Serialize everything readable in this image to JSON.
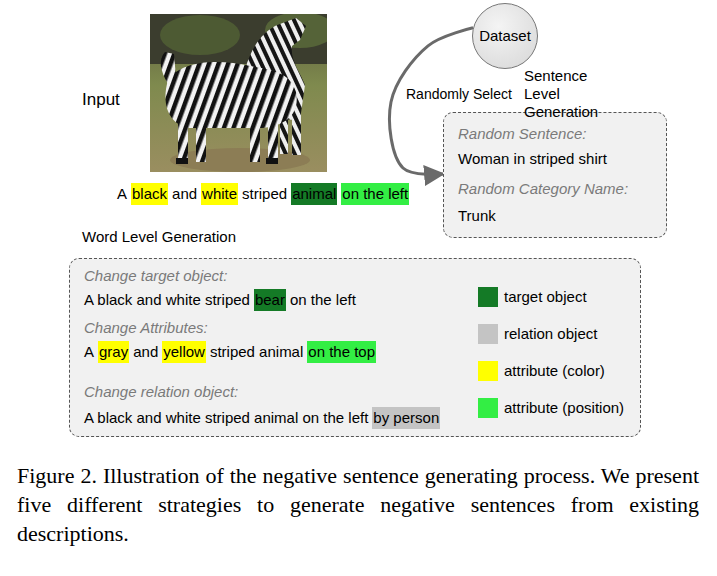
{
  "diagram": {
    "caption": "Figure 2. Illustration of the negative sentence generating process. We present five different strategies to generate negative sentences from existing descriptions.",
    "nodes": [
      {
        "text": [
          "Dataset"
        ]
      },
      {
        "text": [
          "Sentence Level Generation",
          "Random Sentence:",
          "Woman in striped shirt",
          "Random Category Name:",
          "Trunk"
        ]
      },
      {
        "text": [
          "Word Level Generation",
          "Change target object:",
          "A black and white striped",
          "bear",
          "on the left",
          "Change Attributes:",
          "A",
          "gray",
          "and",
          "yellow",
          "striped animal",
          "on the top",
          "Change relation object:",
          "A black and white striped animal on the left",
          "by person"
        ]
      }
    ],
    "edges": [
      {
        "from": 0,
        "to": 1,
        "arrow": "to",
        "label": "Randomly Select"
      }
    ],
    "labels": [
      "Input",
      "A",
      "black",
      "and",
      "white",
      "striped",
      "animal",
      "on the left"
    ],
    "legend": [
      {
        "text": "target object",
        "color": "#147a26"
      },
      {
        "text": "relation object",
        "color": "#c4c4c4"
      },
      {
        "text": "attribute (color)",
        "color": "#ffff00"
      },
      {
        "text": "attribute (position)",
        "color": "#33ee44"
      }
    ]
  }
}
